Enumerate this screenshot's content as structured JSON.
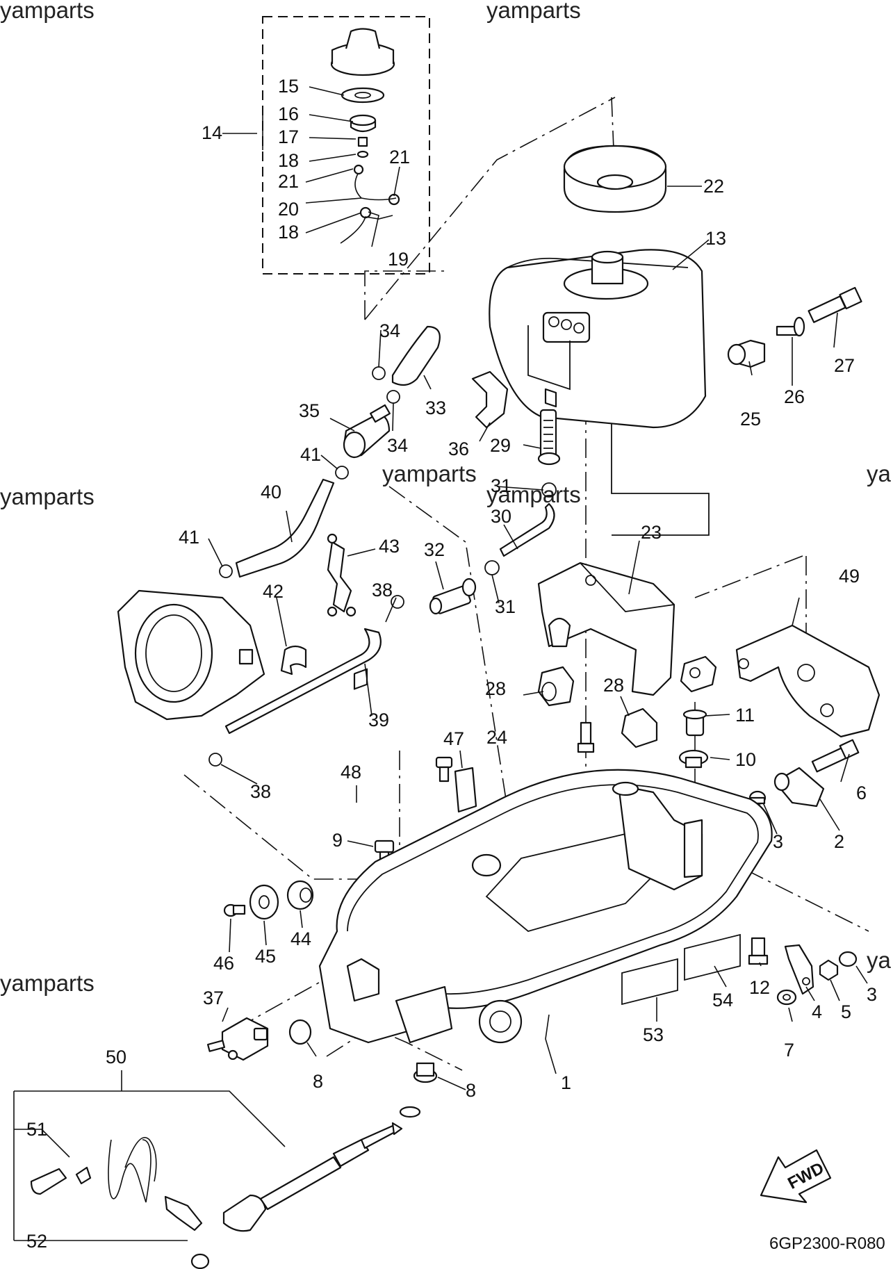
{
  "watermarks": [
    "yamparts",
    "yamparts",
    "yamparts",
    "yamparts",
    "yamparts",
    "yamparts",
    "yamparts",
    "ya",
    "ya"
  ],
  "diagram_code": "6GP2300-R080",
  "fwd_label": "FWD",
  "callouts": [
    "1",
    "2",
    "3",
    "3",
    "4",
    "5",
    "6",
    "7",
    "8",
    "8",
    "9",
    "10",
    "11",
    "12",
    "13",
    "14",
    "15",
    "16",
    "17",
    "18",
    "18",
    "19",
    "20",
    "21",
    "21",
    "22",
    "23",
    "24",
    "25",
    "26",
    "27",
    "28",
    "28",
    "29",
    "30",
    "31",
    "31",
    "32",
    "33",
    "34",
    "34",
    "35",
    "36",
    "37",
    "38",
    "38",
    "39",
    "40",
    "41",
    "41",
    "42",
    "43",
    "44",
    "45",
    "46",
    "47",
    "48",
    "49",
    "50",
    "51",
    "52",
    "53",
    "54"
  ]
}
